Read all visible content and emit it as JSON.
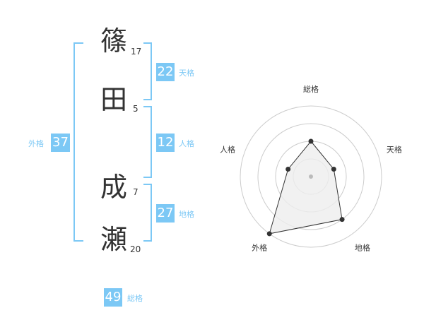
{
  "name": {
    "characters": [
      {
        "char": "篠",
        "strokes": "17"
      },
      {
        "char": "田",
        "strokes": "5"
      },
      {
        "char": "成",
        "strokes": "7"
      },
      {
        "char": "瀬",
        "strokes": "20"
      }
    ]
  },
  "fortune": {
    "tenkaku": {
      "value": "22",
      "label": "天格"
    },
    "jinkaku": {
      "value": "12",
      "label": "人格"
    },
    "chikaku": {
      "value": "27",
      "label": "地格"
    },
    "gaikaku": {
      "value": "37",
      "label": "外格"
    },
    "soukaku": {
      "value": "49",
      "label": "総格"
    }
  },
  "colors": {
    "accent": "#7cc8f5",
    "text": "#333333",
    "grid": "#cccccc",
    "fill": "#eeeeee"
  },
  "chart_data": {
    "type": "radar",
    "axes": [
      "総格",
      "天格",
      "地格",
      "外格",
      "人格"
    ],
    "values": [
      0.5,
      0.34,
      0.75,
      1.0,
      0.34
    ],
    "max": 1.0,
    "rings": 4
  }
}
